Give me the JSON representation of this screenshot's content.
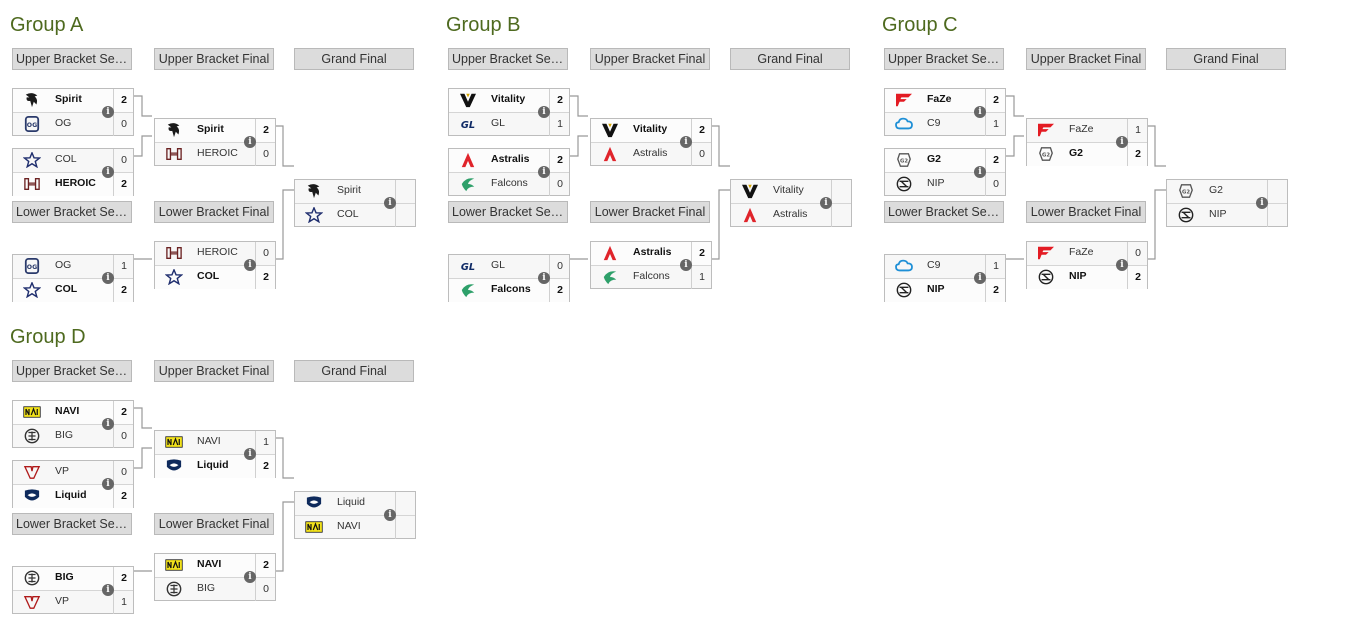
{
  "info_glyph": "i",
  "headers": {
    "upper_semis": "Upper Bracket Semifinals",
    "upper_final": "Upper Bracket Final",
    "grand_final": "Grand Final",
    "lower_semis": "Lower Bracket Semifinals",
    "lower_final": "Lower Bracket Final"
  },
  "groups": [
    {
      "title": "Group A",
      "matches": {
        "ub_semi_1": [
          {
            "team": "Spirit",
            "logo": "spirit-logo",
            "score": "2",
            "win": true
          },
          {
            "team": "OG",
            "logo": "og-logo",
            "score": "0",
            "win": false
          }
        ],
        "ub_semi_2": [
          {
            "team": "COL",
            "logo": "col-logo",
            "score": "0",
            "win": false
          },
          {
            "team": "HEROIC",
            "logo": "heroic-logo",
            "score": "2",
            "win": true
          }
        ],
        "ub_final": [
          {
            "team": "Spirit",
            "logo": "spirit-logo",
            "score": "2",
            "win": true
          },
          {
            "team": "HEROIC",
            "logo": "heroic-logo",
            "score": "0",
            "win": false
          }
        ],
        "grand_final": [
          {
            "team": "Spirit",
            "logo": "spirit-logo",
            "score": "",
            "win": false
          },
          {
            "team": "COL",
            "logo": "col-logo",
            "score": "",
            "win": false
          }
        ],
        "lb_final": [
          {
            "team": "HEROIC",
            "logo": "heroic-logo",
            "score": "0",
            "win": false
          },
          {
            "team": "COL",
            "logo": "col-logo",
            "score": "2",
            "win": true
          }
        ],
        "lb_semi": [
          {
            "team": "OG",
            "logo": "og-logo",
            "score": "1",
            "win": false
          },
          {
            "team": "COL",
            "logo": "col-logo",
            "score": "2",
            "win": true
          }
        ]
      }
    },
    {
      "title": "Group B",
      "matches": {
        "ub_semi_1": [
          {
            "team": "Vitality",
            "logo": "vitality-logo",
            "score": "2",
            "win": true
          },
          {
            "team": "GL",
            "logo": "gl-logo",
            "score": "1",
            "win": false
          }
        ],
        "ub_semi_2": [
          {
            "team": "Astralis",
            "logo": "astralis-logo",
            "score": "2",
            "win": true
          },
          {
            "team": "Falcons",
            "logo": "falcons-logo",
            "score": "0",
            "win": false
          }
        ],
        "ub_final": [
          {
            "team": "Vitality",
            "logo": "vitality-logo",
            "score": "2",
            "win": true
          },
          {
            "team": "Astralis",
            "logo": "astralis-logo",
            "score": "0",
            "win": false
          }
        ],
        "grand_final": [
          {
            "team": "Vitality",
            "logo": "vitality-logo",
            "score": "",
            "win": false
          },
          {
            "team": "Astralis",
            "logo": "astralis-logo",
            "score": "",
            "win": false
          }
        ],
        "lb_final": [
          {
            "team": "Astralis",
            "logo": "astralis-logo",
            "score": "2",
            "win": true
          },
          {
            "team": "Falcons",
            "logo": "falcons-logo",
            "score": "1",
            "win": false
          }
        ],
        "lb_semi": [
          {
            "team": "GL",
            "logo": "gl-logo",
            "score": "0",
            "win": false
          },
          {
            "team": "Falcons",
            "logo": "falcons-logo",
            "score": "2",
            "win": true
          }
        ]
      }
    },
    {
      "title": "Group C",
      "matches": {
        "ub_semi_1": [
          {
            "team": "FaZe",
            "logo": "faze-logo",
            "score": "2",
            "win": true
          },
          {
            "team": "C9",
            "logo": "c9-logo",
            "score": "1",
            "win": false
          }
        ],
        "ub_semi_2": [
          {
            "team": "G2",
            "logo": "g2-logo",
            "score": "2",
            "win": true
          },
          {
            "team": "NIP",
            "logo": "nip-logo",
            "score": "0",
            "win": false
          }
        ],
        "ub_final": [
          {
            "team": "FaZe",
            "logo": "faze-logo",
            "score": "1",
            "win": false
          },
          {
            "team": "G2",
            "logo": "g2-logo",
            "score": "2",
            "win": true
          }
        ],
        "grand_final": [
          {
            "team": "G2",
            "logo": "g2-logo",
            "score": "",
            "win": false
          },
          {
            "team": "NIP",
            "logo": "nip-logo",
            "score": "",
            "win": false
          }
        ],
        "lb_final": [
          {
            "team": "FaZe",
            "logo": "faze-logo",
            "score": "0",
            "win": false
          },
          {
            "team": "NIP",
            "logo": "nip-logo",
            "score": "2",
            "win": true
          }
        ],
        "lb_semi": [
          {
            "team": "C9",
            "logo": "c9-logo",
            "score": "1",
            "win": false
          },
          {
            "team": "NIP",
            "logo": "nip-logo",
            "score": "2",
            "win": true
          }
        ]
      }
    },
    {
      "title": "Group D",
      "matches": {
        "ub_semi_1": [
          {
            "team": "NAVI",
            "logo": "navi-logo",
            "score": "2",
            "win": true
          },
          {
            "team": "BIG",
            "logo": "big-logo",
            "score": "0",
            "win": false
          }
        ],
        "ub_semi_2": [
          {
            "team": "VP",
            "logo": "vp-logo",
            "score": "0",
            "win": false
          },
          {
            "team": "Liquid",
            "logo": "liquid-logo",
            "score": "2",
            "win": true
          }
        ],
        "ub_final": [
          {
            "team": "NAVI",
            "logo": "navi-logo",
            "score": "1",
            "win": false
          },
          {
            "team": "Liquid",
            "logo": "liquid-logo",
            "score": "2",
            "win": true
          }
        ],
        "grand_final": [
          {
            "team": "Liquid",
            "logo": "liquid-logo",
            "score": "",
            "win": false
          },
          {
            "team": "NAVI",
            "logo": "navi-logo",
            "score": "",
            "win": false
          }
        ],
        "lb_final": [
          {
            "team": "NAVI",
            "logo": "navi-logo",
            "score": "2",
            "win": true
          },
          {
            "team": "BIG",
            "logo": "big-logo",
            "score": "0",
            "win": false
          }
        ],
        "lb_semi": [
          {
            "team": "BIG",
            "logo": "big-logo",
            "score": "2",
            "win": true
          },
          {
            "team": "VP",
            "logo": "vp-logo",
            "score": "1",
            "win": false
          }
        ]
      }
    }
  ]
}
